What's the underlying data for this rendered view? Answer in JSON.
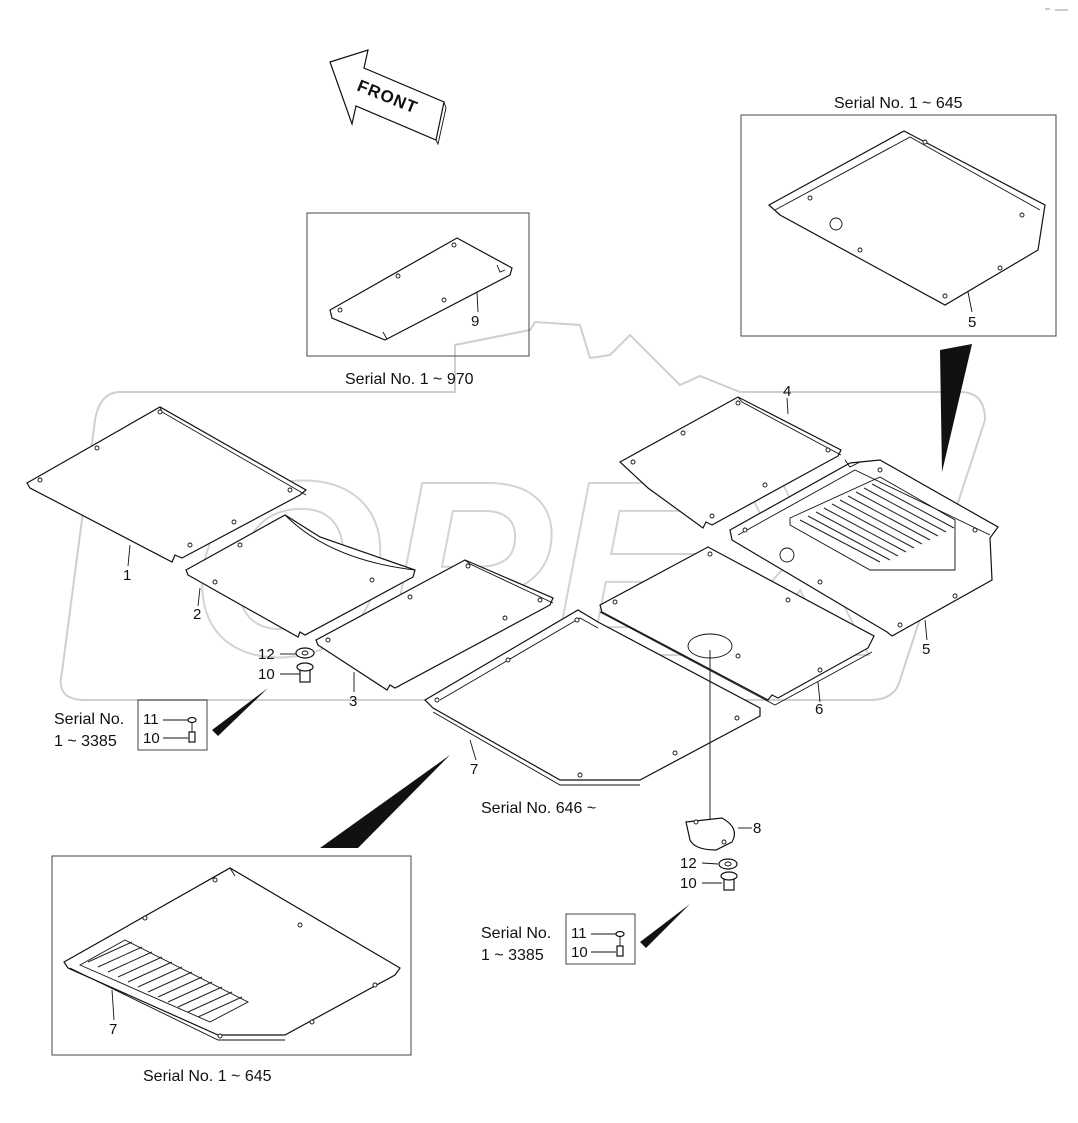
{
  "watermark": "OPEX",
  "front_label": "FRONT",
  "captions": {
    "serial_1_645_top": "Serial No. 1 ~ 645",
    "serial_1_970": "Serial No. 1 ~ 970",
    "serial_646": "Serial No. 646 ~",
    "serial_1_645_bottom": "Serial No. 1 ~ 645",
    "serial_left_line1": "Serial No.",
    "serial_left_line2": "1 ~ 3385",
    "serial_right_line1": "Serial No.",
    "serial_right_line2": "1 ~ 3385"
  },
  "callouts": {
    "p1": "1",
    "p2": "2",
    "p3": "3",
    "p4": "4",
    "p5_main": "5",
    "p5_box": "5",
    "p6": "6",
    "p7_main": "7",
    "p7_box": "7",
    "p8": "8",
    "p9": "9",
    "p10_left": "10",
    "p12_left": "12",
    "p10_right": "10",
    "p12_right": "12",
    "p11_leftbox": "11",
    "p10_leftbox": "10",
    "p11_rightbox": "11",
    "p10_rightbox": "10"
  }
}
